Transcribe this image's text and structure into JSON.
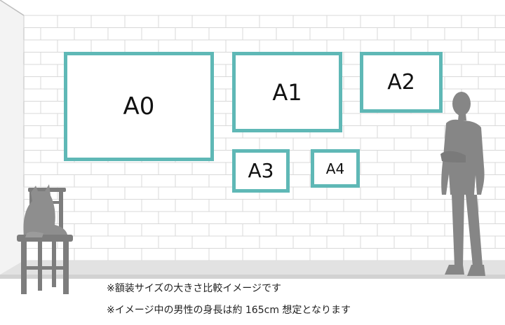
{
  "frames": [
    {
      "id": "a0",
      "label": "A0"
    },
    {
      "id": "a1",
      "label": "A1"
    },
    {
      "id": "a2",
      "label": "A2"
    },
    {
      "id": "a3",
      "label": "A3"
    },
    {
      "id": "a4",
      "label": "A4"
    }
  ],
  "colors": {
    "frame_border": "#5fb8b6",
    "brick_line": "#d8d8d8",
    "floor": "#dcdcdc",
    "silhouette": "#8a8a8a"
  },
  "notes": {
    "line1": "※額装サイズの大きさ比較イメージです",
    "line2": "※イメージ中の男性の身長は約 165cm 想定となります"
  },
  "icons": [
    "cat-silhouette",
    "stool-silhouette",
    "man-silhouette"
  ]
}
